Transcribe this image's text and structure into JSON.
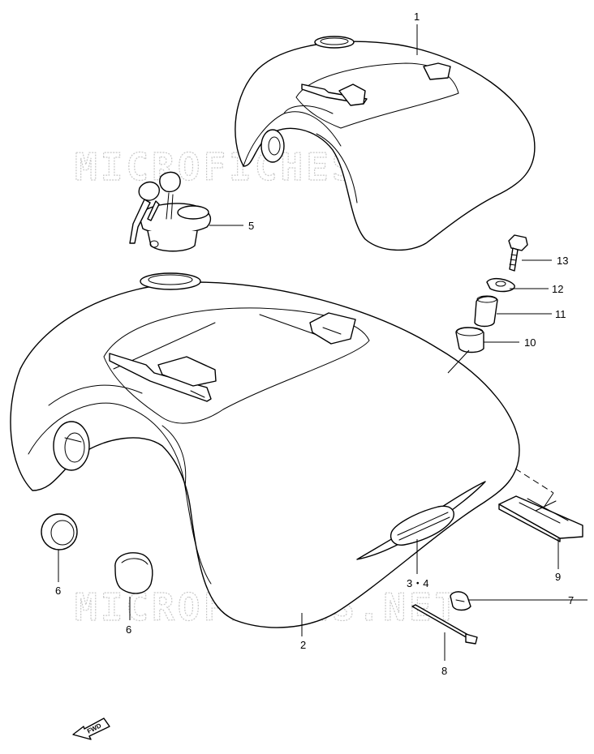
{
  "watermark": "MICROFICHES.NET",
  "fwd_label": "FWD",
  "callouts": {
    "c1": "1",
    "c2": "2",
    "c34": "3・4",
    "c5": "5",
    "c6a": "6",
    "c6b": "6",
    "c7": "7",
    "c8": "8",
    "c9": "9",
    "c10": "10",
    "c11": "11",
    "c12": "12",
    "c13": "13"
  },
  "colors": {
    "line": "#000000",
    "watermark": "#c8c8c8",
    "background": "#ffffff"
  }
}
